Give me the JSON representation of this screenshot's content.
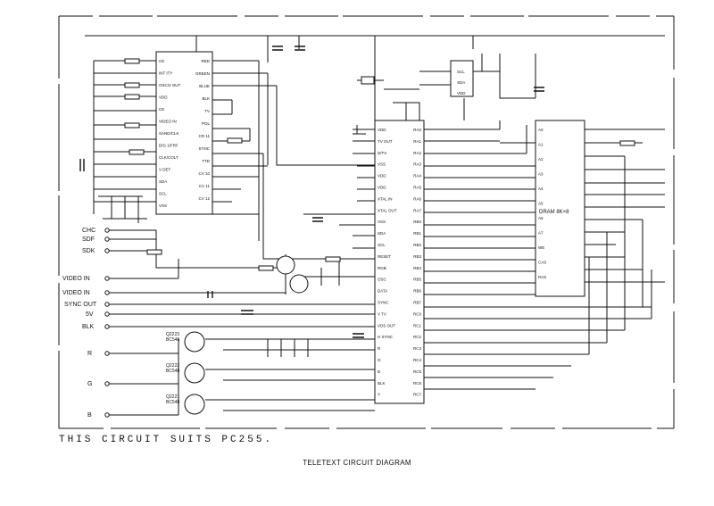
{
  "caption": "TELETEXT CIRCUIT DIAGRAM",
  "note": "THIS CIRCUIT SUITS PC255.",
  "connectors": [
    "CHC",
    "SDF",
    "SDK",
    "VIDEO IN",
    "VIDEO IN",
    "SYNC OUT",
    "5V",
    "BLK",
    "R",
    "G",
    "B"
  ],
  "transistors": [
    {
      "ref": "Q2223",
      "type": "BC548"
    },
    {
      "ref": "Q2222",
      "type": "BC548"
    },
    {
      "ref": "Q2221",
      "type": "BC548"
    }
  ],
  "ics": {
    "decoder": {
      "pins_left": [
        "CE",
        "INT ITY",
        "OSC/4 OUT",
        "VDD",
        "CE",
        "VIDEO IN",
        "SAND/CLK",
        "DIG 1/FRF",
        "CLK/COLT",
        "V DET",
        "SDA",
        "SCL",
        "VSS"
      ],
      "pins_right": [
        "RED",
        "GREEN",
        "BLUE",
        "BLK",
        "TV",
        "POL",
        "CR 11",
        "SYNC",
        "TTD",
        "CV 10",
        "CV 11",
        "CV 12"
      ]
    },
    "processor": {
      "pins_left": [
        "VDD",
        "TV OUT",
        "D/TV",
        "VSS",
        "VDD",
        "VDD",
        "XTAL IN",
        "XTAL OUT",
        "VSS",
        "SDA",
        "SCL",
        "RESET",
        "RGB",
        "OSC",
        "DATA",
        "SYNC",
        "V TV",
        "VDS OUT",
        "H SYNC",
        "R",
        "G",
        "B",
        "BLK",
        "Y"
      ],
      "pins_right": [
        "RA0",
        "RA1",
        "RA2",
        "RA3",
        "RA4",
        "RA5",
        "RA6",
        "RA7",
        "RB0",
        "RB1",
        "RB2",
        "RB3",
        "RB4",
        "RB5",
        "RB6",
        "RB7",
        "RC0",
        "RC1",
        "RC2",
        "RC3",
        "RC4",
        "RC5",
        "RC6",
        "RC7"
      ]
    },
    "memory": {
      "label": "DRAM 8K×8",
      "pins": [
        "A0",
        "A1",
        "A2",
        "A3",
        "A4",
        "A5",
        "A6",
        "A7",
        "WE",
        "CAS",
        "RAS"
      ]
    },
    "small": {
      "pins": [
        "SCL",
        "SDA",
        "VDD"
      ]
    }
  }
}
